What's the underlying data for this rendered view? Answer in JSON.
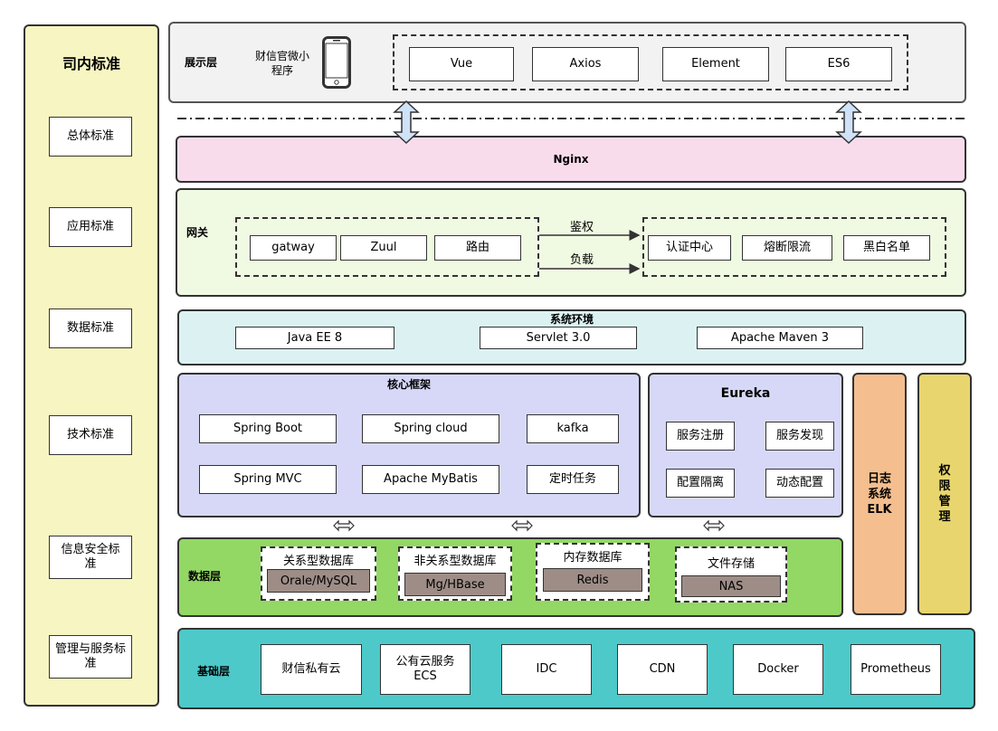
{
  "standards": {
    "title": "司内标准",
    "items": [
      "总体标准",
      "应用标准",
      "数据标准",
      "技术标准",
      "信息安全标准",
      "管理与服务标准"
    ]
  },
  "display": {
    "label": "展示层",
    "app": "财信官微小程序",
    "techs": [
      "Vue",
      "Axios",
      "Element",
      "ES6"
    ]
  },
  "nginx": {
    "label": "Nginx"
  },
  "gateway": {
    "label": "网关",
    "items": [
      "gatway",
      "Zuul",
      "路由"
    ],
    "arrow_top": "鉴权",
    "arrow_bottom": "负载",
    "right_items": [
      "认证中心",
      "熔断限流",
      "黑白名单"
    ]
  },
  "env": {
    "label": "系统环境",
    "items": [
      "Java EE 8",
      "Servlet 3.0",
      "Apache Maven 3"
    ]
  },
  "core": {
    "label": "核心框架",
    "items": [
      "Spring Boot",
      "Spring cloud",
      "kafka",
      "Spring MVC",
      "Apache MyBatis",
      "定时任务"
    ]
  },
  "eureka": {
    "label": "Eureka",
    "items": [
      "服务注册",
      "服务发现",
      "配置隔离",
      "动态配置"
    ]
  },
  "log": {
    "label": "日志系统ELK"
  },
  "auth": {
    "label": "权限管理"
  },
  "data": {
    "label": "数据层",
    "dbs": [
      {
        "title": "关系型数据库",
        "value": "Orale/MySQL"
      },
      {
        "title": "非关系型数据库",
        "value": "Mg/HBase"
      },
      {
        "title": "内存数据库",
        "value": "Redis"
      },
      {
        "title": "文件存储",
        "value": "NAS"
      }
    ]
  },
  "infra": {
    "label": "基础层",
    "items": [
      "财信私有云",
      "公有云服务ECS",
      "IDC",
      "CDN",
      "Docker",
      "Prometheus"
    ]
  },
  "colors": {
    "standards_bg": "#f7f5c1",
    "display_bg": "#f2f2f2",
    "nginx_bg": "#f9dcec",
    "gateway_bg": "#f0f9e2",
    "env_bg": "#dcf2f2",
    "core_bg": "#d7d8f7",
    "log_bg": "#f4be8f",
    "auth_bg": "#e8d56e",
    "data_bg": "#93d764",
    "infra_bg": "#4dc9c9"
  }
}
